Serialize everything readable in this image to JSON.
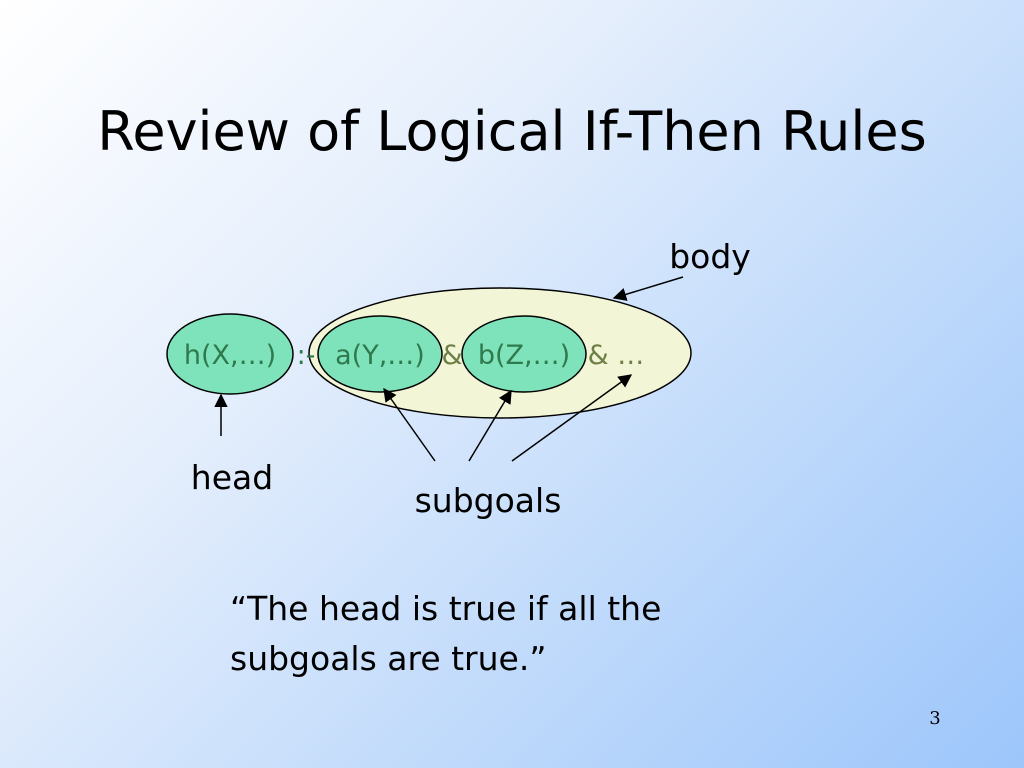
{
  "slide": {
    "title": "Review of Logical If-Then Rules",
    "number": "3"
  },
  "rule": {
    "head": "h(X,…)",
    "separator": ":-",
    "subgoal_1": "a(Y,…)",
    "conjunction_1": "&",
    "subgoal_2": "b(Z,…)",
    "rest": "& …"
  },
  "labels": {
    "body": "body",
    "head": "head",
    "subgoals": "subgoals"
  },
  "quote": {
    "line_1": "“The head is true if all the",
    "line_2": "subgoals are true.”"
  },
  "colors": {
    "body_fill": "#f2f5d6",
    "subgoal_fill": "#7ee3bb",
    "rule_text": "#2f7a4c",
    "rest_text": "#6e7f46"
  }
}
